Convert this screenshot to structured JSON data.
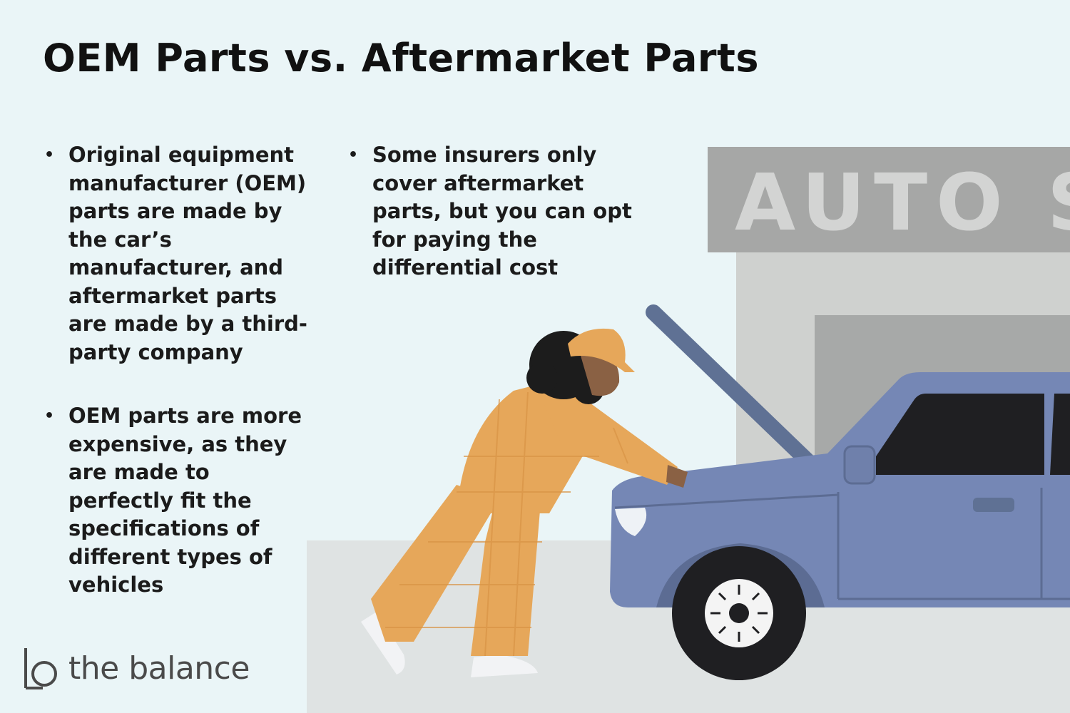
{
  "title": "OEM Parts vs. Aftermarket Parts",
  "bullets_left": [
    "Original equipment manufacturer (OEM) parts are made by the car’s manufacturer, and aftermarket parts are made by a third-party company",
    "OEM parts are more expensive, as they are made to perfectly fit the specifications of different types of vehicles"
  ],
  "bullets_right": [
    "Some insurers only cover aftermarket parts, but you can opt for paying the differential cost"
  ],
  "sign_text": "AUTO S",
  "logo_text": "the balance",
  "colors": {
    "background": "#eaf5f7",
    "car": "#7587b5",
    "jumpsuit": "#e6a75a",
    "building": "#cfd1cf",
    "sign": "#a6a7a6"
  }
}
